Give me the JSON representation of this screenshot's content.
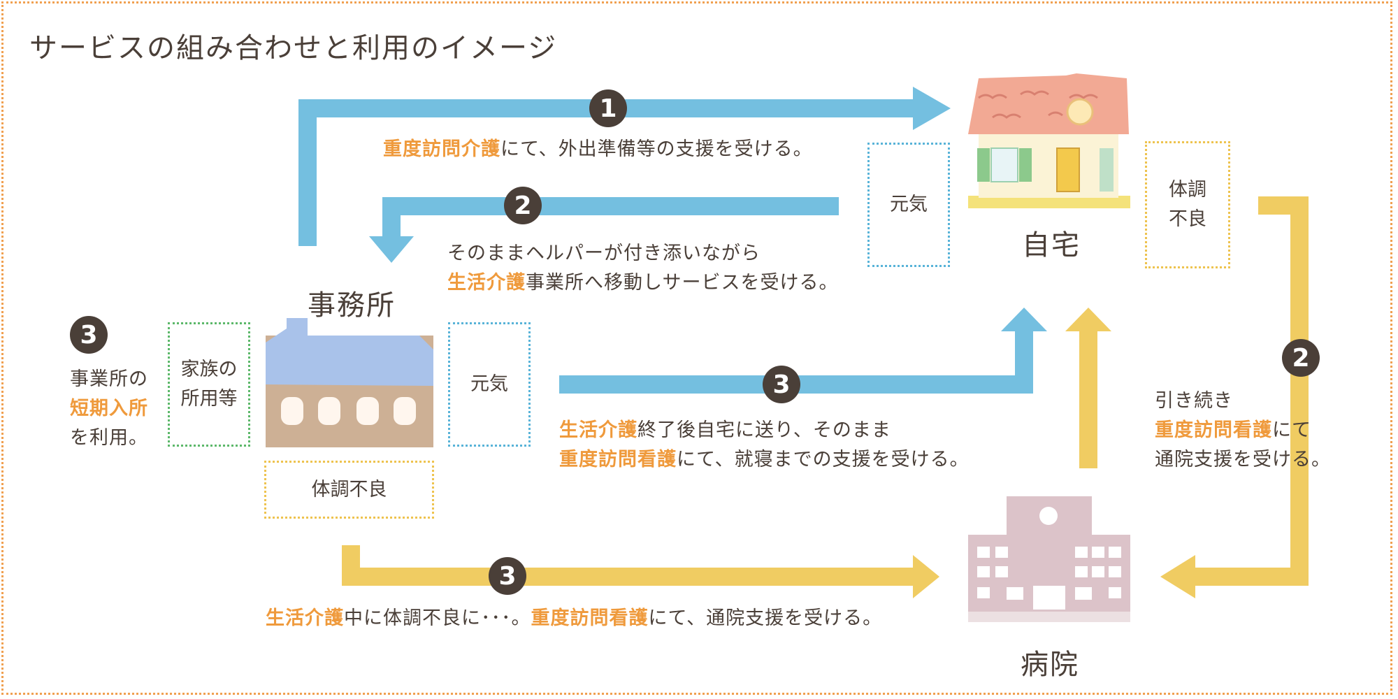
{
  "title": "サービスの組み合わせと利用のイメージ",
  "places": {
    "home": "自宅",
    "office": "事務所",
    "hospital": "病院"
  },
  "status": {
    "genki_home": "元気",
    "genki_office": "元気",
    "taichou_home_line1": "体調",
    "taichou_home_line2": "不良",
    "taichou_office": "体調不良"
  },
  "family": {
    "line1": "家族の",
    "line2": "所用等"
  },
  "badges": {
    "a": "1",
    "b": "2",
    "c": "3",
    "d": "2",
    "e": "3",
    "f": "3"
  },
  "step1": {
    "hl": "重度訪問介護",
    "rest": "にて、外出準備等の支援を受ける。"
  },
  "step2": {
    "line1": "そのままヘルパーが付き添いながら",
    "hl": "生活介護",
    "rest": "事業所へ移動しサービスを受ける。"
  },
  "step3_left": {
    "line1": "事業所の",
    "hl": "短期入所",
    "line3": "を利用。"
  },
  "step3_mid": {
    "hl1": "生活介護",
    "rest1": "終了後自宅に送り、そのまま",
    "hl2": "重度訪問看護",
    "rest2": "にて、就寝までの支援を受ける。"
  },
  "step3_bottom": {
    "hl1": "生活介護",
    "mid": "中に体調不良に･･･。",
    "hl2": "重度訪問看護",
    "rest": "にて、通院支援を受ける。"
  },
  "step2_right": {
    "line1": "引き続き",
    "hl": "重度訪問看護",
    "rest": "にて",
    "line3": "通院支援を受ける。"
  },
  "colors": {
    "blue": "#74bfe0",
    "yellow": "#f0cc62",
    "badge": "#4a3f38",
    "highlight": "#ef9a3c"
  }
}
